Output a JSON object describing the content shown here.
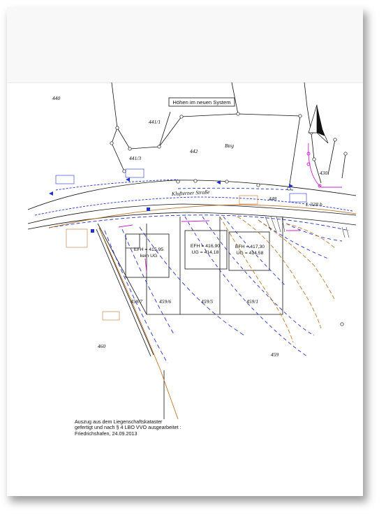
{
  "title_box": "Höhen im neuen System",
  "parcels": {
    "p440": "440",
    "p441_1": "441/1",
    "p441_3": "441/3",
    "p442": "442",
    "p448": "448",
    "p459_7": "459/7",
    "p459_6": "459/6",
    "p459_5": "459/5",
    "p459_1": "459/1",
    "p460": "460",
    "p459": "459",
    "p430": "430"
  },
  "labels": {
    "btrg": "Btrg",
    "street": "Klufterner Straße",
    "road": "L  328 b"
  },
  "buildings": {
    "b1_line1": "EFH = 415,95",
    "b1_line2": "kein UG",
    "b2_line1": "EFH = 416,90",
    "b2_line2": "UG = 414,18",
    "b3_line1": "EFH = 417,30",
    "b3_line2": "UG = 414,58"
  },
  "footer": {
    "line1": "Auszug aus dem Liegenschaftskataster",
    "line2": "gefertigt und nach § 4 LBO VVO ausgearbeitet :",
    "line3": "Friedrichshafen, 24.09.2013"
  },
  "colors": {
    "blue": "#2233cc",
    "orange": "#c0752a",
    "magenta": "#cc22cc",
    "black": "#111111"
  }
}
